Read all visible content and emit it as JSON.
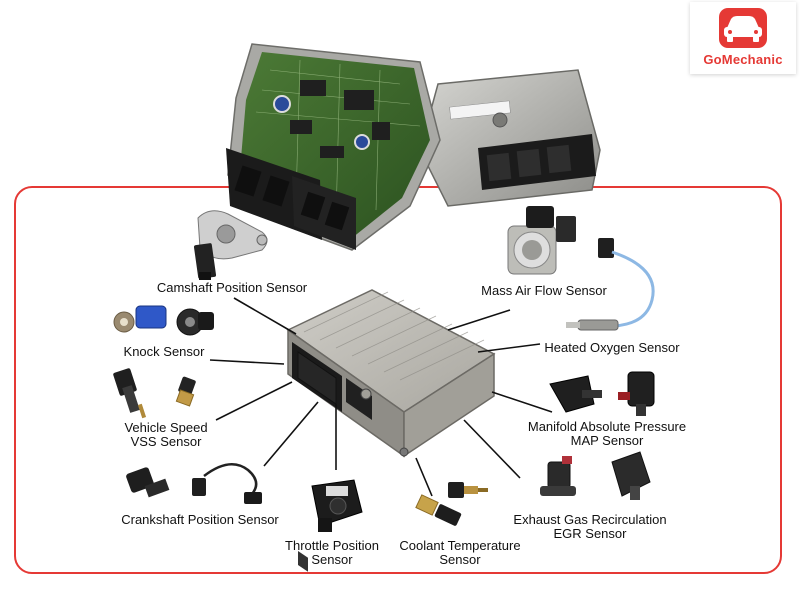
{
  "logo": {
    "text": "GoMechanic",
    "icon": "car-wrench-icon",
    "accent": "#e53935"
  },
  "frame_color": "#e53935",
  "labels": {
    "camshaft": [
      "Camshaft Position Sensor"
    ],
    "knock": [
      "Knock Sensor"
    ],
    "vss": [
      "Vehicle Speed",
      "VSS Sensor"
    ],
    "crankshaft": [
      "Crankshaft Position Sensor"
    ],
    "throttle": [
      "Throttle Position",
      "Sensor"
    ],
    "coolant": [
      "Coolant Temperature",
      "Sensor"
    ],
    "egr": [
      "Exhaust Gas Recirculation",
      "EGR Sensor"
    ],
    "map": [
      "Manifold Absolute Pressure",
      "MAP Sensor"
    ],
    "oxygen": [
      "Heated Oxygen Sensor"
    ],
    "maf": [
      "Mass Air Flow Sensor"
    ]
  }
}
